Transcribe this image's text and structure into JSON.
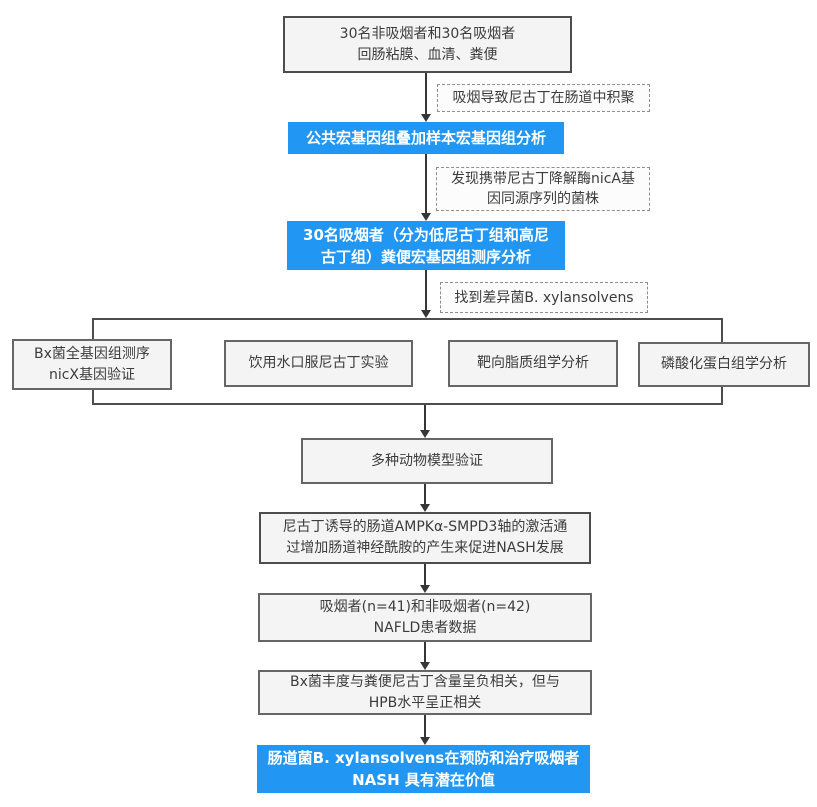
{
  "diagram": {
    "type": "flowchart",
    "background": "#ffffff",
    "colors": {
      "highlight_box": "#2196f3",
      "box_fill": "#f4f4f4",
      "box_border": "#666666",
      "dashed_border": "#8f8f8f",
      "connector": "#363636",
      "text": "#3c3c3c",
      "text_on_highlight": "#ffffff"
    },
    "main_flow": [
      {
        "id": "samples",
        "style": "grey",
        "text": "30名非吸烟者和30名吸烟者\n回肠粘膜、血清、粪便"
      },
      {
        "id": "public_metagenome",
        "style": "highlight",
        "text": "公共宏基因组叠加样本宏基因组分析"
      },
      {
        "id": "smokers_metagenome",
        "style": "highlight",
        "text": "30名吸烟者（分为低尼古丁组和高尼\n古丁组）粪便宏基因组测序分析"
      },
      {
        "id": "animal_models",
        "style": "grey",
        "text": "多种动物模型验证"
      },
      {
        "id": "ampk_axis",
        "style": "grey",
        "text": "尼古丁诱导的肠道AMPKα-SMPD3轴的激活通\n过增加肠道神经酰胺的产生来促进NASH发展"
      },
      {
        "id": "nafld_cohort",
        "style": "grey",
        "text": "吸烟者(n=41)和非吸烟者(n=42)\nNAFLD患者数据"
      },
      {
        "id": "bx_correlation",
        "style": "grey",
        "text": "Bx菌丰度与粪便尼古丁含量呈负相关，但与\nHPB水平呈正相关"
      },
      {
        "id": "conclusion",
        "style": "highlight",
        "text": "肠道菌B. xylansolvens在预防和治疗吸烟者\nNASH 具有潜在价值"
      }
    ],
    "branch_row": [
      {
        "id": "bx_genome",
        "text": "Bx菌全基因组测序\nnicX基因验证"
      },
      {
        "id": "oral_nicotine",
        "text": "饮用水口服尼古丁实验"
      },
      {
        "id": "lipidomics",
        "text": "靶向脂质组学分析"
      },
      {
        "id": "phosphoproteomics",
        "text": "磷酸化蛋白组学分析"
      }
    ],
    "annotations": [
      {
        "id": "nicotine_accumulation",
        "text": "吸烟导致尼古丁在肠道中积聚"
      },
      {
        "id": "nica_homolog",
        "text": "发现携带尼古丁降解酶nicA基\n因同源序列的菌株"
      },
      {
        "id": "bx_found",
        "text": "找到差异菌B. xylansolvens"
      }
    ]
  }
}
